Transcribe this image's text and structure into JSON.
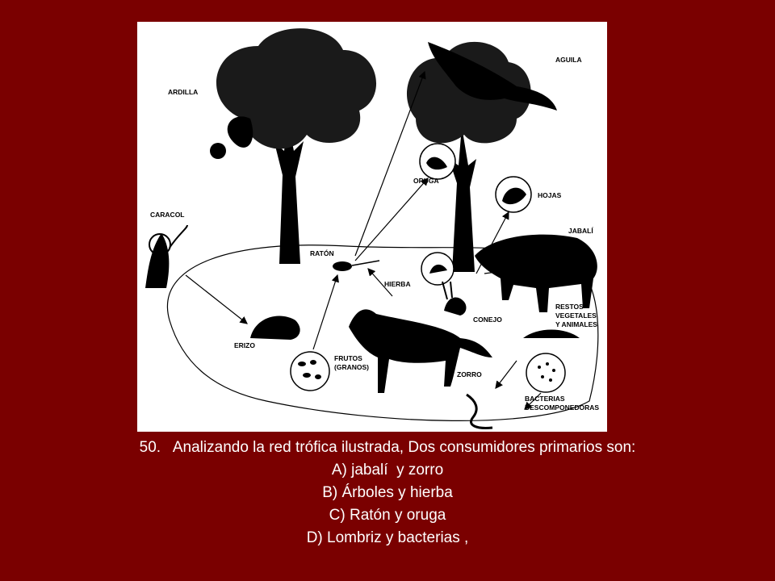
{
  "diagram": {
    "labels": {
      "ardilla": "ARDILLA",
      "aguila": "AGUILA",
      "oruga": "ORUGA",
      "hojas": "HOJAS",
      "caracol": "CARACOL",
      "jabali": "JABALÍ",
      "raton": "RATÓN",
      "hierba": "HIERBA",
      "conejo": "CONEJO",
      "restos": [
        "RESTOS",
        "VEGETALES",
        "Y ANIMALES"
      ],
      "erizo": "ERIZO",
      "frutos": [
        "FRUTOS",
        "(GRANOS)"
      ],
      "zorro": "ZORRO",
      "bacterias": [
        "BACTERIAS",
        "DESCOMPONEDORAS"
      ]
    }
  },
  "question": {
    "stem": "50.   Analizando la red trófica ilustrada, Dos consumidores primarios son:",
    "options": [
      "A) jabalí  y zorro",
      "B) Árboles y hierba",
      "C) Ratón y oruga",
      "D) Lombriz y bacterias ,"
    ]
  },
  "colors": {
    "background": "#7a0000",
    "figure_background": "#ffffff",
    "text": "#ffffff"
  }
}
